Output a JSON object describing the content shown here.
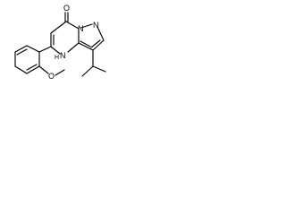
{
  "molecule": {
    "atoms": {
      "carbonyl_oxygen": "O",
      "ring_nitrogen_top": "N",
      "ring_nitrogen_right": "N",
      "ring_nh": "N",
      "ring_nh_hydrogen": "H",
      "methoxy_oxygen": "O"
    }
  },
  "colors": {
    "bond": "#000000",
    "text": "#000000",
    "background": "#ffffff"
  }
}
